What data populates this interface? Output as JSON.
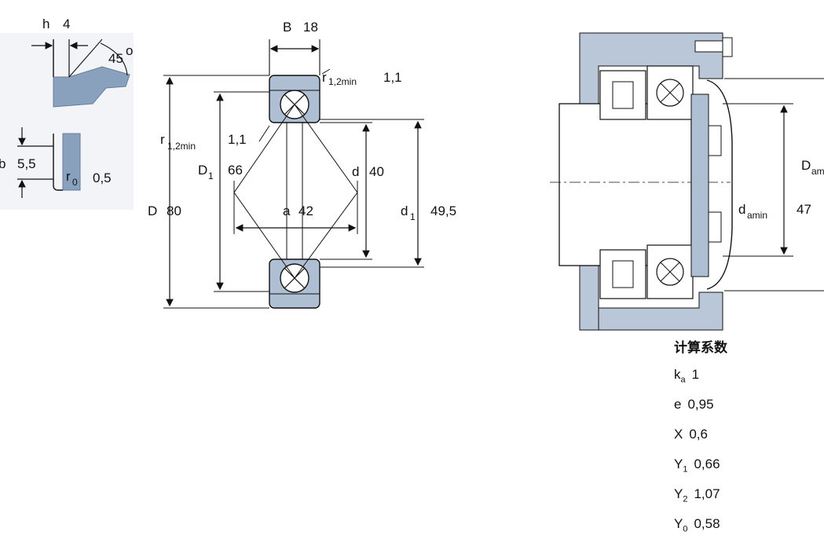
{
  "chamfer_detail": {
    "h_label": "h",
    "h_value": "4",
    "angle_value": "45",
    "angle_unit": "o",
    "b_label": "b",
    "b_value": "5,5",
    "r0_label": "r",
    "r0_sub": "0",
    "r0_value": "0,5"
  },
  "bearing_section": {
    "B_label": "B",
    "B_value": "18",
    "r12_top_label": "r",
    "r12_top_sub": "1,2min",
    "r12_top_value": "1,1",
    "r12_left_label": "r",
    "r12_left_sub": "1,2min",
    "r12_left_value": "1,1",
    "D1_label": "D",
    "D1_sub": "1",
    "D1_value": "66",
    "d_label": "d",
    "d_value": "40",
    "D_label": "D",
    "D_value": "80",
    "a_label": "a",
    "a_value": "42",
    "d1_label": "d",
    "d1_sub": "1",
    "d1_value": "49,5"
  },
  "mounting": {
    "Da_label": "D",
    "Da_sub": "am",
    "da_label": "d",
    "da_sub": "amin",
    "da_value": "47"
  },
  "factors": {
    "title": "计算系数",
    "rows": [
      {
        "sym": "k",
        "sub": "a",
        "value": "1"
      },
      {
        "sym": "e",
        "sub": "",
        "value": "0,95"
      },
      {
        "sym": "X",
        "sub": "",
        "value": "0,6"
      },
      {
        "sym": "Y",
        "sub": "1",
        "value": "0,66"
      },
      {
        "sym": "Y",
        "sub": "2",
        "value": "1,07"
      },
      {
        "sym": "Y",
        "sub": "0",
        "value": "0,58"
      }
    ]
  },
  "colors": {
    "section_fill": "#aebfd3",
    "line": "#111111",
    "housing_fill": "#b9c7d8"
  }
}
